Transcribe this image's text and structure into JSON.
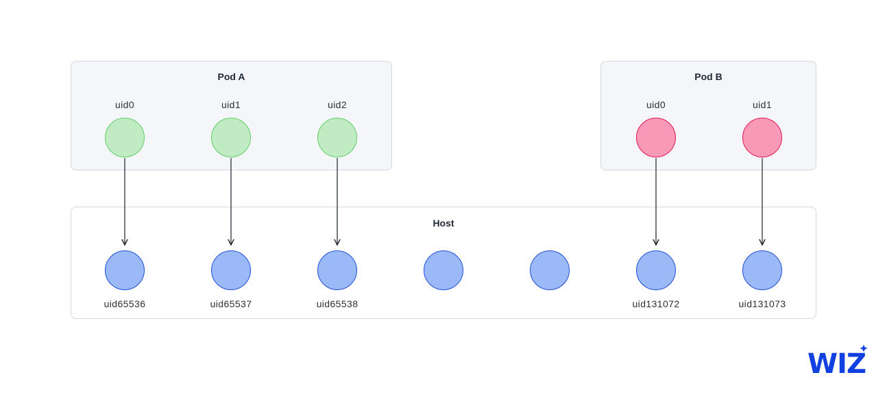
{
  "pod_a": {
    "title": "Pod A",
    "uids": [
      "uid0",
      "uid1",
      "uid2"
    ]
  },
  "pod_b": {
    "title": "Pod B",
    "uids": [
      "uid0",
      "uid1"
    ]
  },
  "host": {
    "title": "Host",
    "uids": [
      "uid65536",
      "uid65537",
      "uid65538",
      "",
      "",
      "uid131072",
      "uid131073"
    ]
  },
  "mappings": [
    {
      "from": "Pod A uid0",
      "to": "uid65536"
    },
    {
      "from": "Pod A uid1",
      "to": "uid65537"
    },
    {
      "from": "Pod A uid2",
      "to": "uid65538"
    },
    {
      "from": "Pod B uid0",
      "to": "uid131072"
    },
    {
      "from": "Pod B uid1",
      "to": "uid131073"
    }
  ],
  "logo": {
    "text": "WIZ",
    "icon": "sparkle-icon"
  },
  "colors": {
    "pod_a_node_fill": "#c1ebc3",
    "pod_a_node_stroke": "#5fcf66",
    "pod_b_node_fill": "#f89ab7",
    "pod_b_node_stroke": "#e3154f",
    "host_node_fill": "#9bb9f7",
    "host_node_stroke": "#1e4fd6",
    "brand": "#1040e0"
  }
}
